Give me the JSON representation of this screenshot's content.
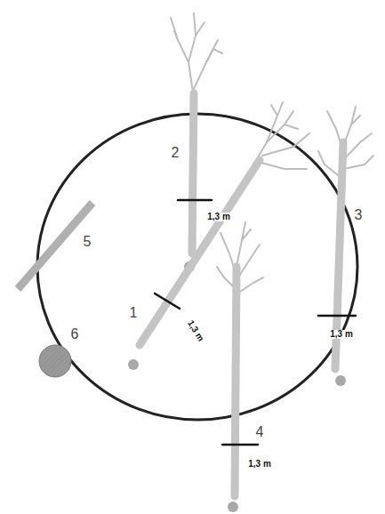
{
  "diagram": {
    "labels": [
      "2",
      "1,3 m",
      "3",
      "5",
      "1",
      "1,3 m",
      "1,3 m",
      "4",
      "1,3 m",
      "6"
    ]
  }
}
